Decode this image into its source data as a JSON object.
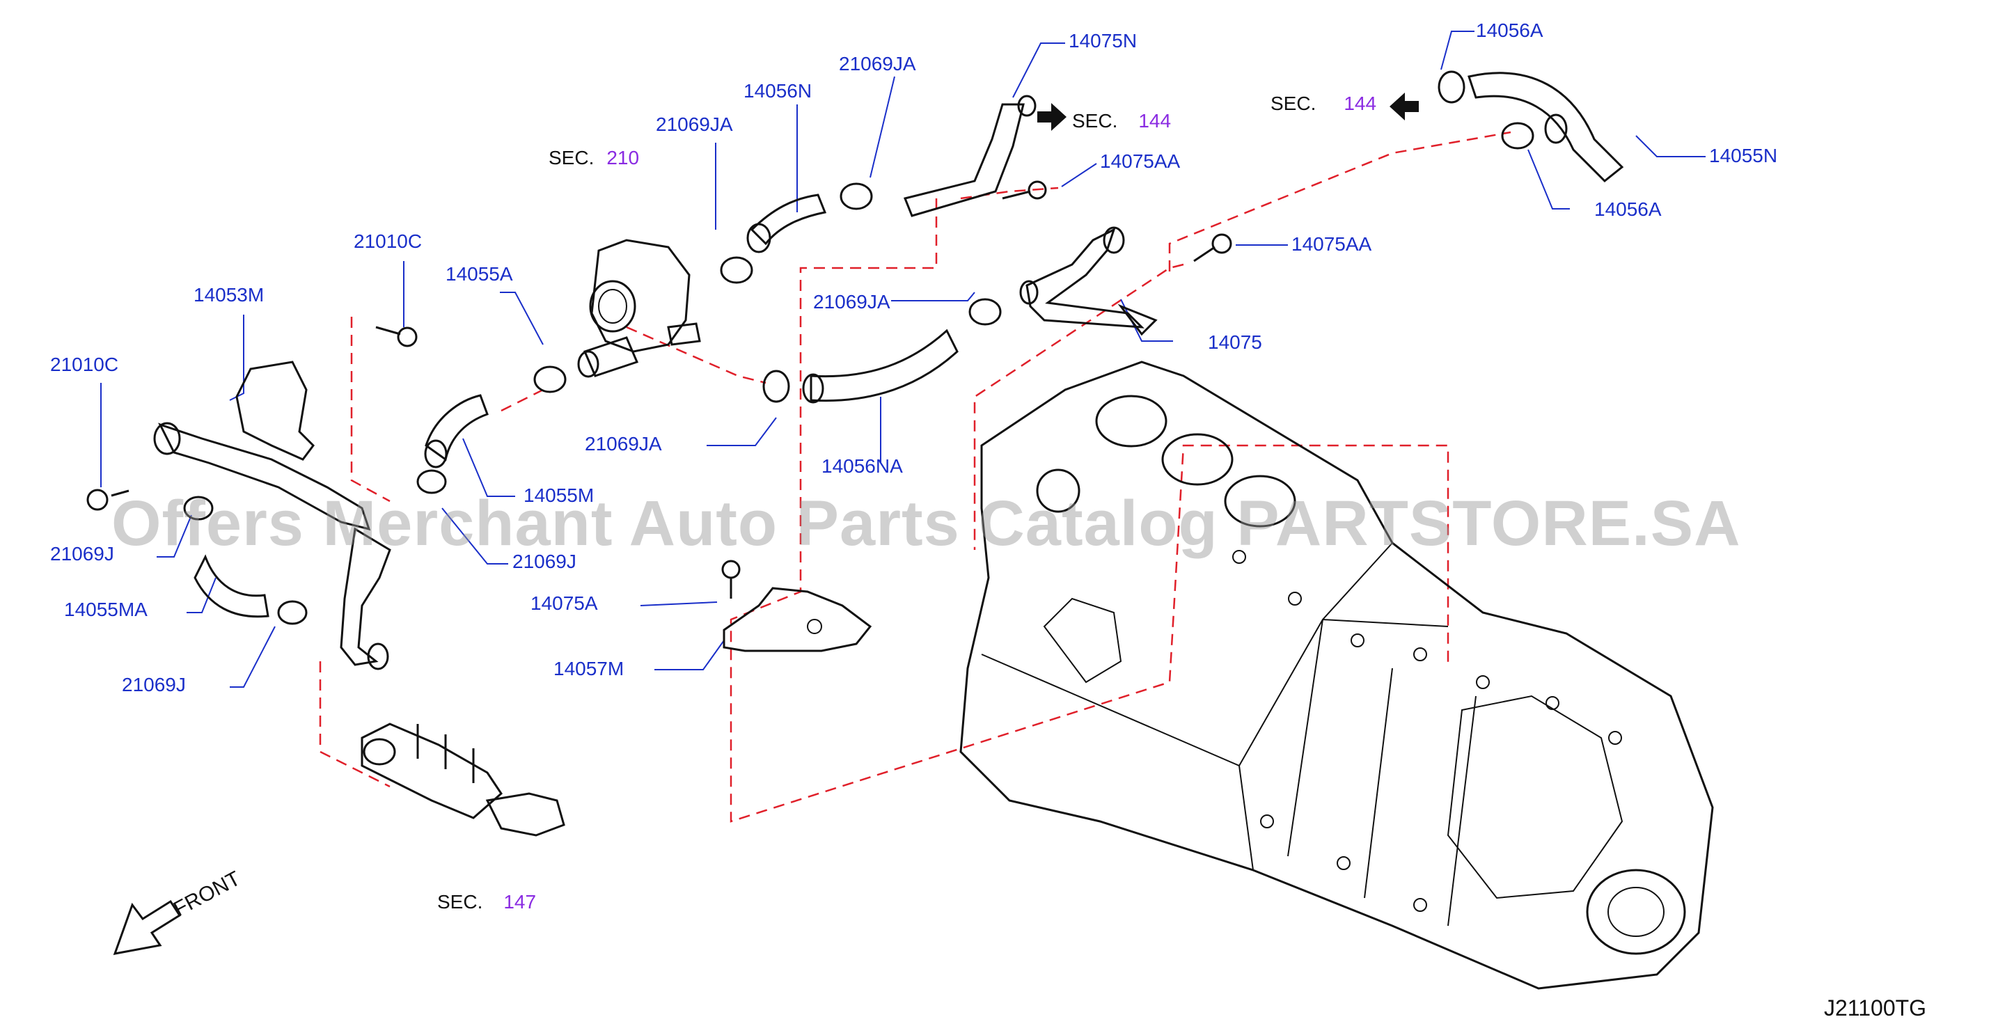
{
  "labels": {
    "p14075N": "14075N",
    "p21069JA_a": "21069JA",
    "p14056N": "14056N",
    "p21069JA_b": "21069JA",
    "p14056A_top": "14056A",
    "p14075AA_a": "14075AA",
    "p14055N": "14055N",
    "p14056A_bot": "14056A",
    "p14075AA_b": "14075AA",
    "p21010C_a": "21010C",
    "p14055A": "14055A",
    "p14053M": "14053M",
    "p21069JA_c": "21069JA",
    "p14075": "14075",
    "p21010C_b": "21010C",
    "p21069JA_d": "21069JA",
    "p14056NA": "14056NA",
    "p14055M": "14055M",
    "p21069J_a": "21069J",
    "p21069J_b": "21069J",
    "p14055MA": "14055MA",
    "p14075A": "14075A",
    "p14057M": "14057M",
    "p21069J_c": "21069J"
  },
  "sections": {
    "sec210": {
      "prefix": "SEC.",
      "num": "210"
    },
    "sec144_a": {
      "prefix": "SEC.",
      "num": "144"
    },
    "sec144_b": {
      "prefix": "SEC.",
      "num": "144"
    },
    "sec147": {
      "prefix": "SEC.",
      "num": "147"
    }
  },
  "front_label": "FRONT",
  "diagram_code": "J21100TG",
  "watermark": "Offers Merchant Auto Parts Catalog PARTSTORE.SA",
  "colors": {
    "part_label": "#1a2fc9",
    "section_number": "#8a2be2",
    "leader_dash": "#e0202a",
    "line_art": "#111111"
  }
}
